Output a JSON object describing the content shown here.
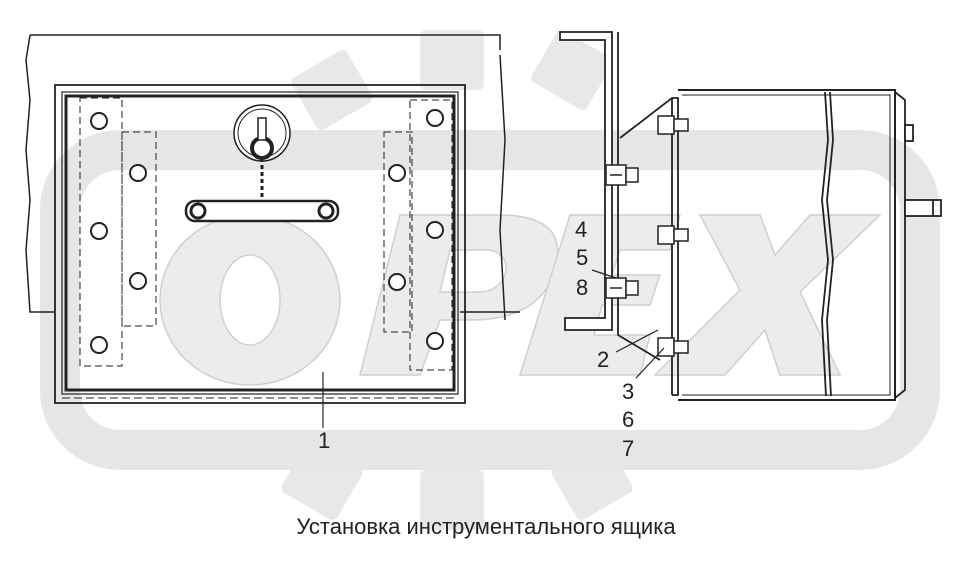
{
  "caption": "Установка инструментального ящика",
  "callouts": {
    "c1": "1",
    "c2": "2",
    "c3": "3",
    "c4": "4",
    "c5": "5",
    "c6": "6",
    "c7": "7",
    "c8": "8"
  },
  "watermark": {
    "text": "OPEX",
    "color": "#eaeaea"
  },
  "colors": {
    "line": "#222222",
    "fill": "#ffffff",
    "watermark": "#e6e6e6"
  }
}
